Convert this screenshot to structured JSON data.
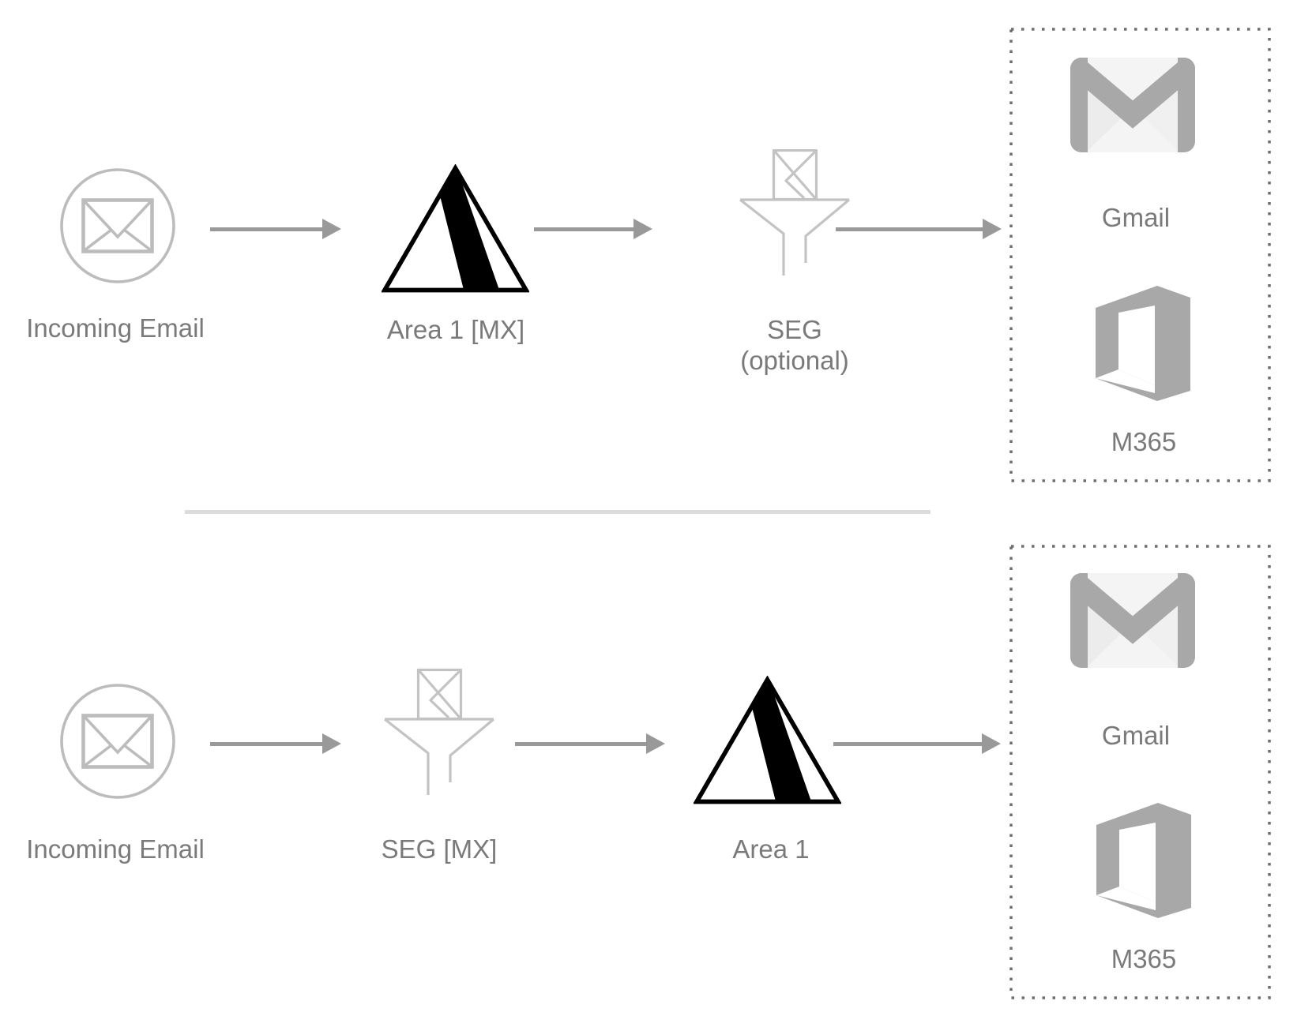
{
  "colors": {
    "label": "#7a7a7a",
    "arrow": "#999999",
    "outline": "#bcbcbc",
    "funnel": "#c3c3c3",
    "dots": "#6e6e6e",
    "logo": "#a8a8a8",
    "divider": "#dcdcdc",
    "black": "#000000"
  },
  "flows": [
    {
      "id": "flow-area1-first",
      "nodes": [
        {
          "id": "incoming-email",
          "label": "Incoming Email"
        },
        {
          "id": "area1-mx",
          "label": "Area 1 [MX]"
        },
        {
          "id": "seg-optional",
          "label": "SEG",
          "sublabel": "(optional)"
        }
      ],
      "destinations": [
        {
          "id": "gmail",
          "label": "Gmail"
        },
        {
          "id": "m365",
          "label": "M365"
        }
      ]
    },
    {
      "id": "flow-seg-first",
      "nodes": [
        {
          "id": "incoming-email",
          "label": "Incoming Email"
        },
        {
          "id": "seg-mx",
          "label": "SEG [MX]"
        },
        {
          "id": "area1",
          "label": "Area 1"
        }
      ],
      "destinations": [
        {
          "id": "gmail",
          "label": "Gmail"
        },
        {
          "id": "m365",
          "label": "M365"
        }
      ]
    }
  ]
}
